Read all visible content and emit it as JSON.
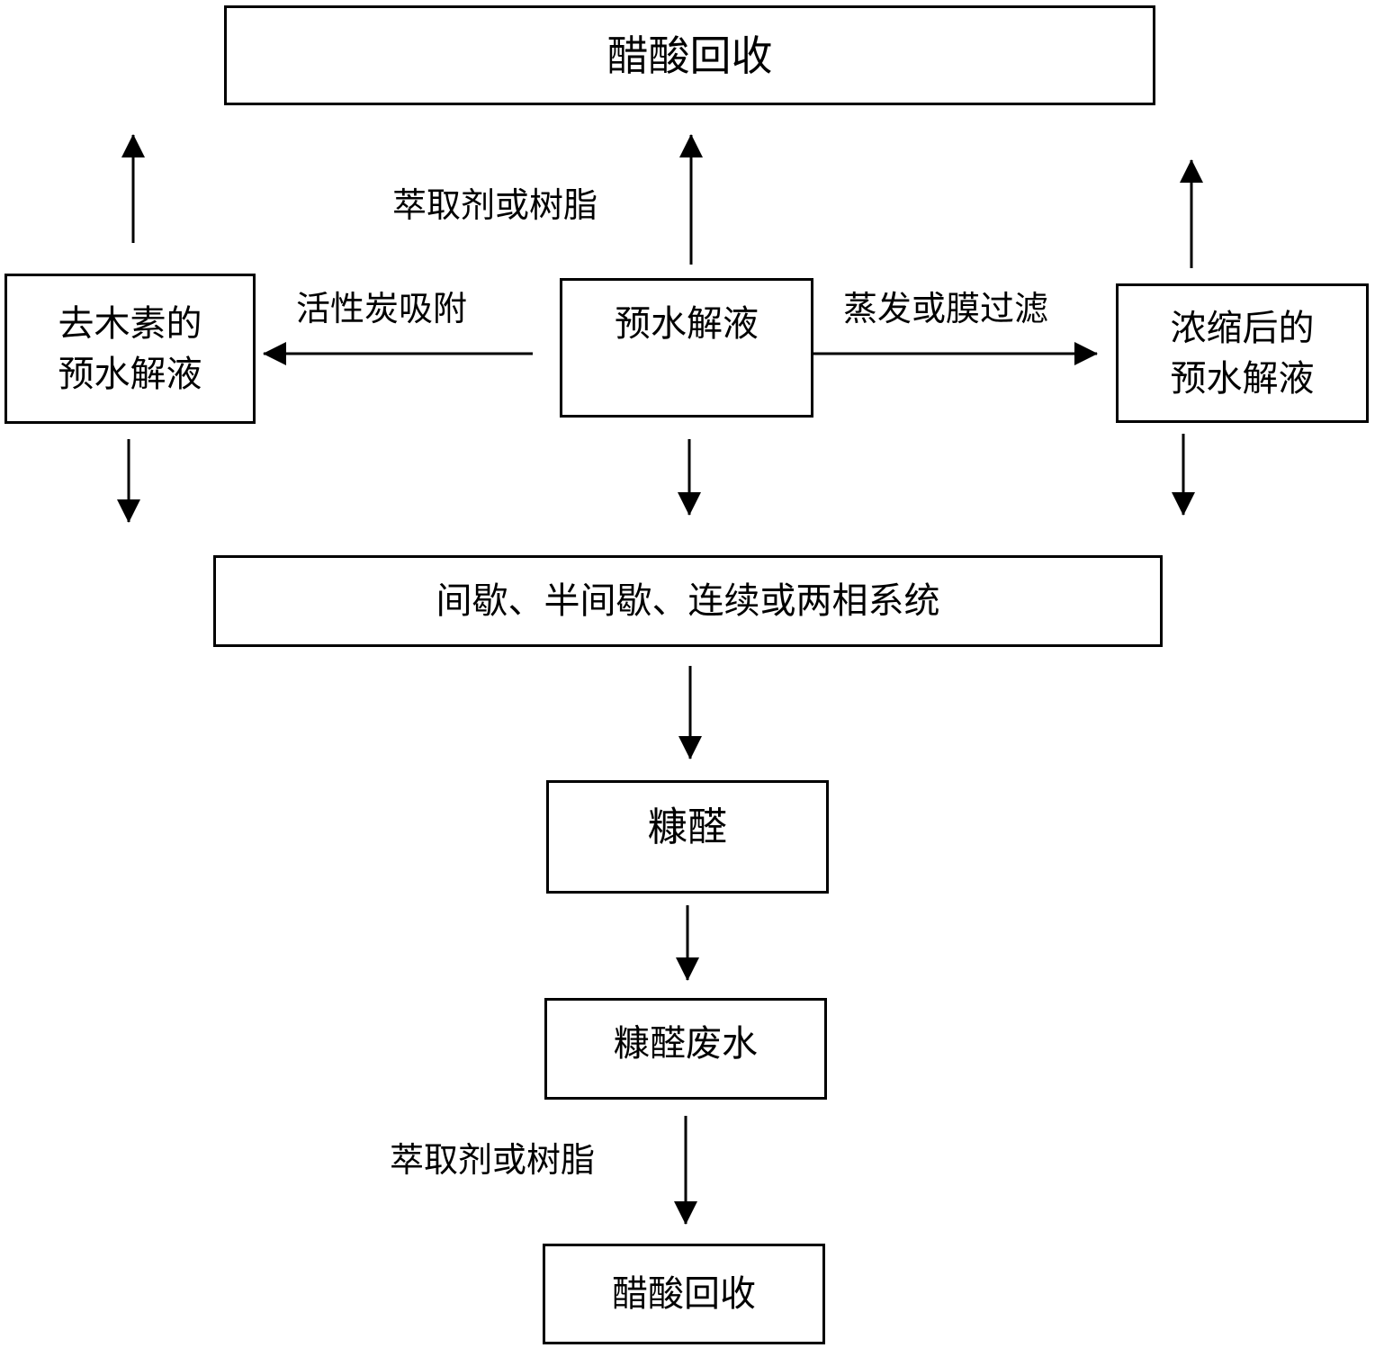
{
  "nodes": {
    "acetic_top": "醋酸回收",
    "dewlignin_line1": "去木素的",
    "dewlignin_line2": "预水解液",
    "prehydrolysate": "预水解液",
    "concentrated_line1": "浓缩后的",
    "concentrated_line2": "预水解液",
    "reaction_system": "间歇、半间歇、连续或两相系统",
    "furfural": "糠醛",
    "furfural_wastewater": "糠醛废水",
    "acetic_bottom": "醋酸回收"
  },
  "edge_labels": {
    "extract_top": "萃取剂或树脂",
    "activated_carbon": "活性炭吸附",
    "evaporation": "蒸发或膜过滤",
    "extract_bottom": "萃取剂或树脂"
  }
}
